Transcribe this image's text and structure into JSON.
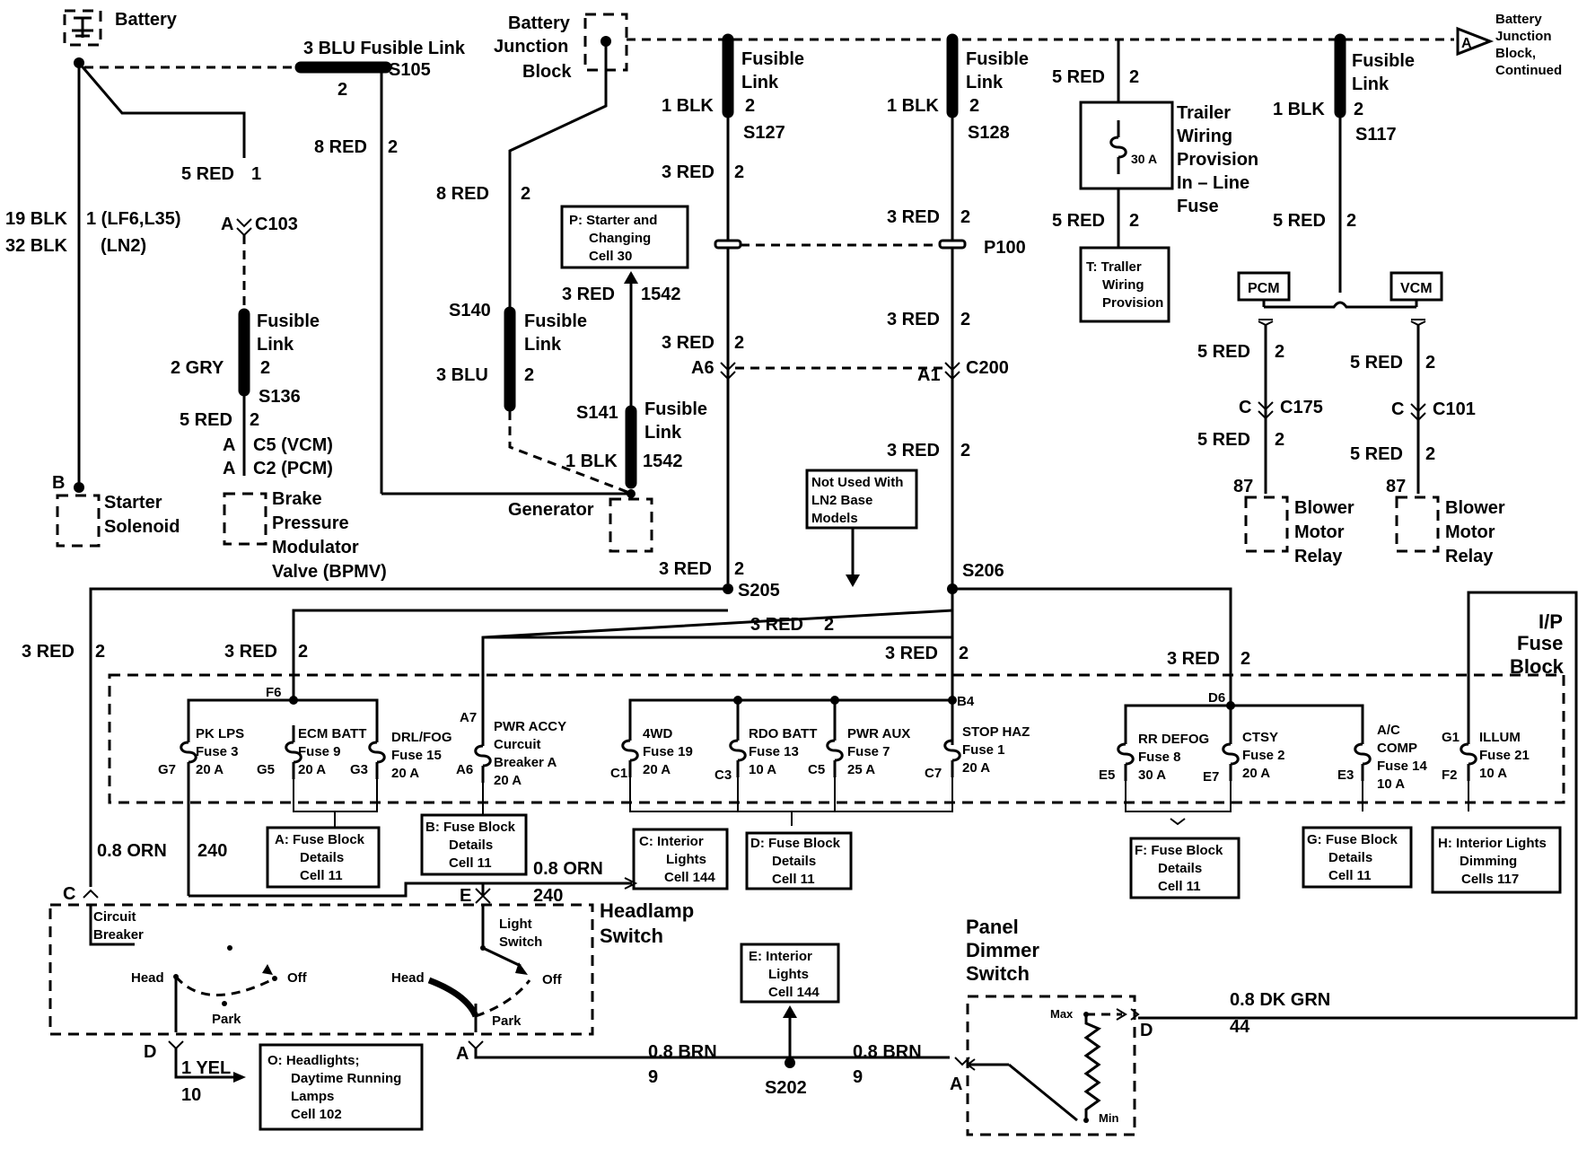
{
  "labels": {
    "battery": "Battery",
    "bjb": [
      "Battery",
      "Junction",
      "Block"
    ],
    "bjb_cont": [
      "Battery",
      "Junction",
      "Block,",
      "Continued"
    ],
    "conn_a_top": "A",
    "blu_fl": "3 BLU Fusible Link",
    "s105": "S105",
    "n2": "2",
    "red8": "8 RED",
    "red5": "5 RED",
    "n1": "1",
    "c103": "C103",
    "a": "A",
    "blk19": "19 BLK",
    "n1_lf6": "1 (LF6,L35)",
    "blk32": "32 BLK",
    "ln2": "(LN2)",
    "fusible": "Fusible",
    "link": "Link",
    "gry2": "2 GRY",
    "s136": "S136",
    "c5": "C5  (VCM)",
    "c2": "C2  (PCM)",
    "b": "B",
    "starter": "Starter",
    "solenoid": "Solenoid",
    "brake": "Brake",
    "pressure": "Pressure",
    "modulator": "Modulator",
    "valve": "Valve (BPMV)",
    "s140": "S140",
    "blu3": "3 BLU",
    "red3": "3 RED",
    "n1542": "1542",
    "s141": "S141",
    "blk1": "1 BLK",
    "generator": "Generator",
    "s127": "S127",
    "s128": "S128",
    "s117": "S117",
    "p100": "P100",
    "a6": "A6",
    "a1": "A1",
    "c200": "C200",
    "s205": "S205",
    "s206": "S206",
    "trailer": [
      "Trailer",
      "Wiring",
      "Provision",
      "In – Line",
      "Fuse"
    ],
    "amp30": "30 A",
    "pcm": "PCM",
    "vcm": "VCM",
    "c": "C",
    "c175": "C175",
    "c101": "C101",
    "n87": "87",
    "blower": "Blower",
    "motor": "Motor",
    "relay": "Relay",
    "ip_fuse": [
      "I/P",
      "Fuse",
      "Block"
    ],
    "f6": "F6",
    "b4": "B4",
    "d6": "D6",
    "a7": "A7",
    "g7": "G7",
    "g5": "G5",
    "g3": "G3",
    "a6_pin": "A6",
    "c1": "C1",
    "c3": "C3",
    "c5_pin": "C5",
    "c7": "C7",
    "e5": "E5",
    "e7": "E7",
    "e3": "E3",
    "g1": "G1",
    "f2": "F2",
    "fuses": {
      "pk": [
        "PK LPS",
        "Fuse 3",
        "20 A"
      ],
      "ecm": [
        "ECM BATT",
        "Fuse 9",
        "20 A"
      ],
      "drl": [
        "DRL/FOG",
        "Fuse 15",
        "20 A"
      ],
      "pwr": [
        "PWR ACCY",
        "Curcuit",
        "Breaker A",
        "20 A"
      ],
      "fwd": [
        "4WD",
        "Fuse 19",
        "20 A"
      ],
      "rdo": [
        "RDO BATT",
        "Fuse 13",
        "10 A"
      ],
      "aux": [
        "PWR AUX",
        "Fuse 7",
        "25 A"
      ],
      "stop": [
        "STOP HAZ",
        "Fuse 1",
        "20 A"
      ],
      "rr": [
        "RR DEFOG",
        "Fuse 8",
        "30 A"
      ],
      "ctsy": [
        "CTSY",
        "Fuse 2",
        "20 A"
      ],
      "ac": [
        "A/C",
        "COMP",
        "Fuse 14",
        "10 A"
      ],
      "illum": [
        "ILLUM",
        "Fuse 21",
        "10 A"
      ]
    },
    "orn08": "0.8 ORN",
    "n240": "240",
    "e": "E",
    "d": "D",
    "headlamp": "Headlamp",
    "switch": "Switch",
    "circuit": "Circuit",
    "breaker": "Breaker",
    "light": "Light",
    "switch_small": "Switch",
    "head": "Head",
    "off": "Off",
    "park": "Park",
    "yel1": "1 YEL",
    "n10": "10",
    "brn08": "0.8 BRN",
    "n9": "9",
    "s202": "S202",
    "panel": "Panel",
    "dimmer": "Dimmer",
    "switch2": "Switch",
    "max": "Max",
    "min": "Min",
    "dkgrn": "0.8 DK GRN",
    "n44": "44"
  },
  "refboxes": {
    "p": [
      "P: Starter and",
      "Changing",
      "Cell 30"
    ],
    "t": [
      "T: Traller",
      "Wiring",
      "Provision"
    ],
    "notused": [
      "Not Used With",
      "LN2 Base",
      "Models"
    ],
    "a": [
      "A: Fuse Block",
      "Details",
      "Cell 11"
    ],
    "b": [
      "B: Fuse Block",
      "Details",
      "Cell 11"
    ],
    "c": [
      "C: Interior",
      "Lights",
      "Cell 144"
    ],
    "d": [
      "D: Fuse Block",
      "Details",
      "Cell 11"
    ],
    "f": [
      "F: Fuse Block",
      "Details",
      "Cell 11"
    ],
    "g": [
      "G: Fuse Block",
      "Details",
      "Cell 11"
    ],
    "h": [
      "H: Interior Lights",
      "Dimming",
      "Cells 117"
    ],
    "e": [
      "E: Interior",
      "Lights",
      "Cell 144"
    ],
    "o": [
      "O: Headlights;",
      "Daytime Running",
      "Lamps",
      "Cell 102"
    ]
  }
}
